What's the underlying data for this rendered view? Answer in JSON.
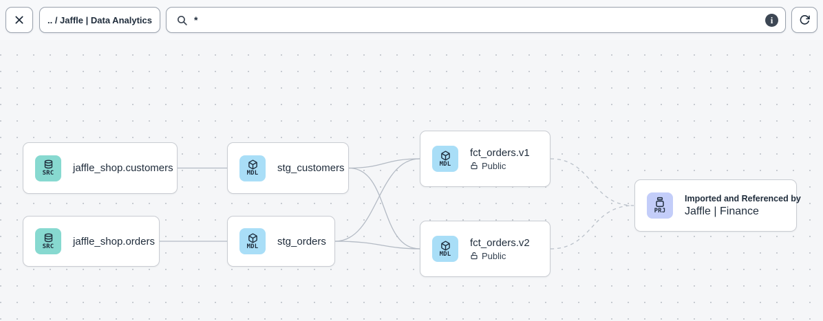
{
  "toolbar": {
    "breadcrumb": ".. / Jaffle | Data Analytics",
    "search": {
      "value": "*"
    },
    "icons": {
      "close": "x-icon",
      "search": "magnifier-icon",
      "info": "info-circle-icon",
      "refresh": "refresh-arrow-icon"
    }
  },
  "graph": {
    "nodes": [
      {
        "kind": "source",
        "badge": "SRC",
        "title": "jaffle_shop.customers"
      },
      {
        "kind": "source",
        "badge": "SRC",
        "title": "jaffle_shop.orders"
      },
      {
        "kind": "model",
        "badge": "MDL",
        "title": "stg_customers"
      },
      {
        "kind": "model",
        "badge": "MDL",
        "title": "stg_orders"
      },
      {
        "kind": "model",
        "badge": "MDL",
        "title": "fct_orders.v1",
        "access": "Public"
      },
      {
        "kind": "model",
        "badge": "MDL",
        "title": "fct_orders.v2",
        "access": "Public"
      },
      {
        "kind": "project",
        "badge": "PRJ",
        "subtitle": "Imported and Referenced by",
        "title": "Jaffle | Finance"
      }
    ],
    "edges": [
      {
        "from": "jaffle_shop.customers",
        "to": "stg_customers",
        "style": "solid"
      },
      {
        "from": "jaffle_shop.orders",
        "to": "stg_orders",
        "style": "solid"
      },
      {
        "from": "stg_customers",
        "to": "fct_orders.v1",
        "style": "solid"
      },
      {
        "from": "stg_customers",
        "to": "fct_orders.v2",
        "style": "solid"
      },
      {
        "from": "stg_orders",
        "to": "fct_orders.v1",
        "style": "solid"
      },
      {
        "from": "stg_orders",
        "to": "fct_orders.v2",
        "style": "solid"
      },
      {
        "from": "fct_orders.v1",
        "to": "Jaffle | Finance",
        "style": "dashed"
      },
      {
        "from": "fct_orders.v2",
        "to": "Jaffle | Finance",
        "style": "dashed"
      }
    ],
    "node_icons": {
      "source": "database-icon",
      "model": "cube-icon",
      "project": "archive-jar-icon",
      "access": "unlocked-padlock-icon"
    },
    "colors": {
      "source_tile": "#87d9d0",
      "model_tile": "#a9def7",
      "project_tile": "#c3cdf9",
      "edge": "#b3bac4",
      "canvas_bg": "#f5f6f8",
      "node_border": "#c9ccd2",
      "text": "#1e2b3a"
    }
  }
}
